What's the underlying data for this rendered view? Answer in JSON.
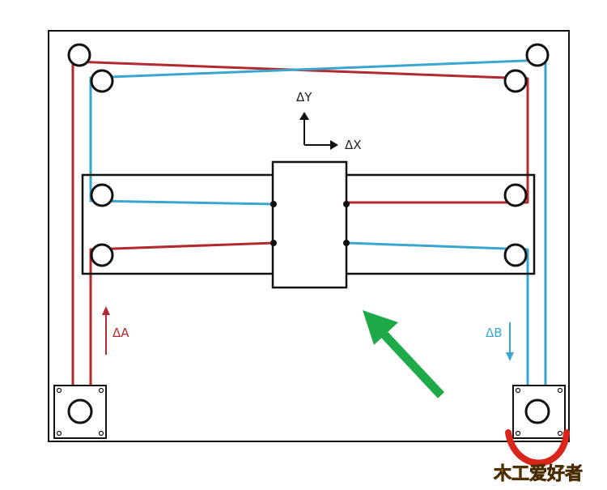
{
  "labels": {
    "delta_y": "ΔY",
    "delta_x": "ΔX",
    "delta_a": "ΔA",
    "delta_b": "ΔB"
  },
  "watermark": {
    "text": "木工爱好者"
  },
  "colors": {
    "belt_a": "#b22a2e",
    "belt_b": "#3aa6cf",
    "frame": "#111111",
    "move_arrow": "#1faa4a",
    "logo_arc": "#d9261c",
    "logo_text": "#e8a013"
  }
}
